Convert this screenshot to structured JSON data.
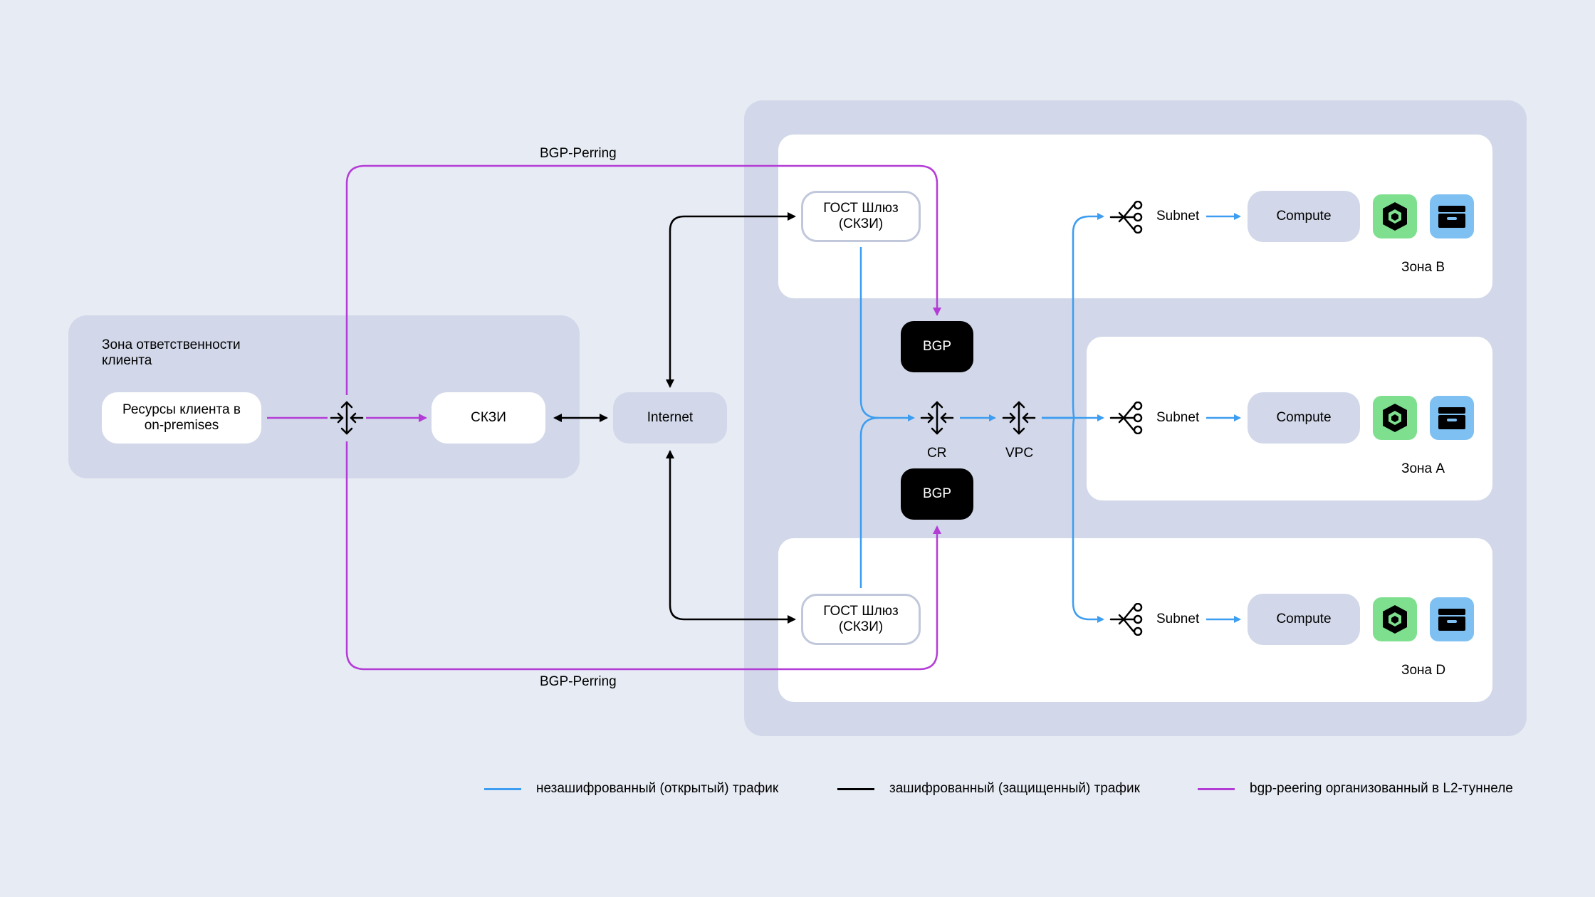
{
  "client_zone": {
    "title": "Зона ответственности клиента",
    "resources": "Ресурсы клиента в on-premises",
    "skzi": "СКЗИ"
  },
  "internet": "Internet",
  "gateways": {
    "top": "ГОСТ Шлюз (СКЗИ)",
    "bottom": "ГОСТ Шлюз (СКЗИ)"
  },
  "bgp": {
    "top": "BGP",
    "bottom": "BGP"
  },
  "routers": {
    "cr": "CR",
    "vpc": "VPC"
  },
  "bgp_peering": {
    "top": "BGP-Perring",
    "bottom": "BGP-Perring"
  },
  "zones": [
    {
      "name": "Зона B",
      "subnet": "Subnet",
      "compute": "Compute"
    },
    {
      "name": "Зона A",
      "subnet": "Subnet",
      "compute": "Compute"
    },
    {
      "name": "Зона D",
      "subnet": "Subnet",
      "compute": "Compute"
    }
  ],
  "icons": [
    "router-icon",
    "subnet-icon",
    "kubernetes-icon",
    "storage-icon"
  ],
  "legend": [
    {
      "color": "#3d9df0",
      "text": "незашифрованный (открытый) трафик"
    },
    {
      "color": "#000000",
      "text": "зашифрованный (защищенный) трафик"
    },
    {
      "color": "#b43cd6",
      "text": "bgp-peering организованный в L2-туннеле"
    }
  ],
  "colors": {
    "background": "#e7ebf4",
    "panel": "#d2d8e9",
    "plain_traffic": "#3d9df0",
    "encrypted_traffic": "#000000",
    "bgp_peering": "#b43cd6"
  }
}
